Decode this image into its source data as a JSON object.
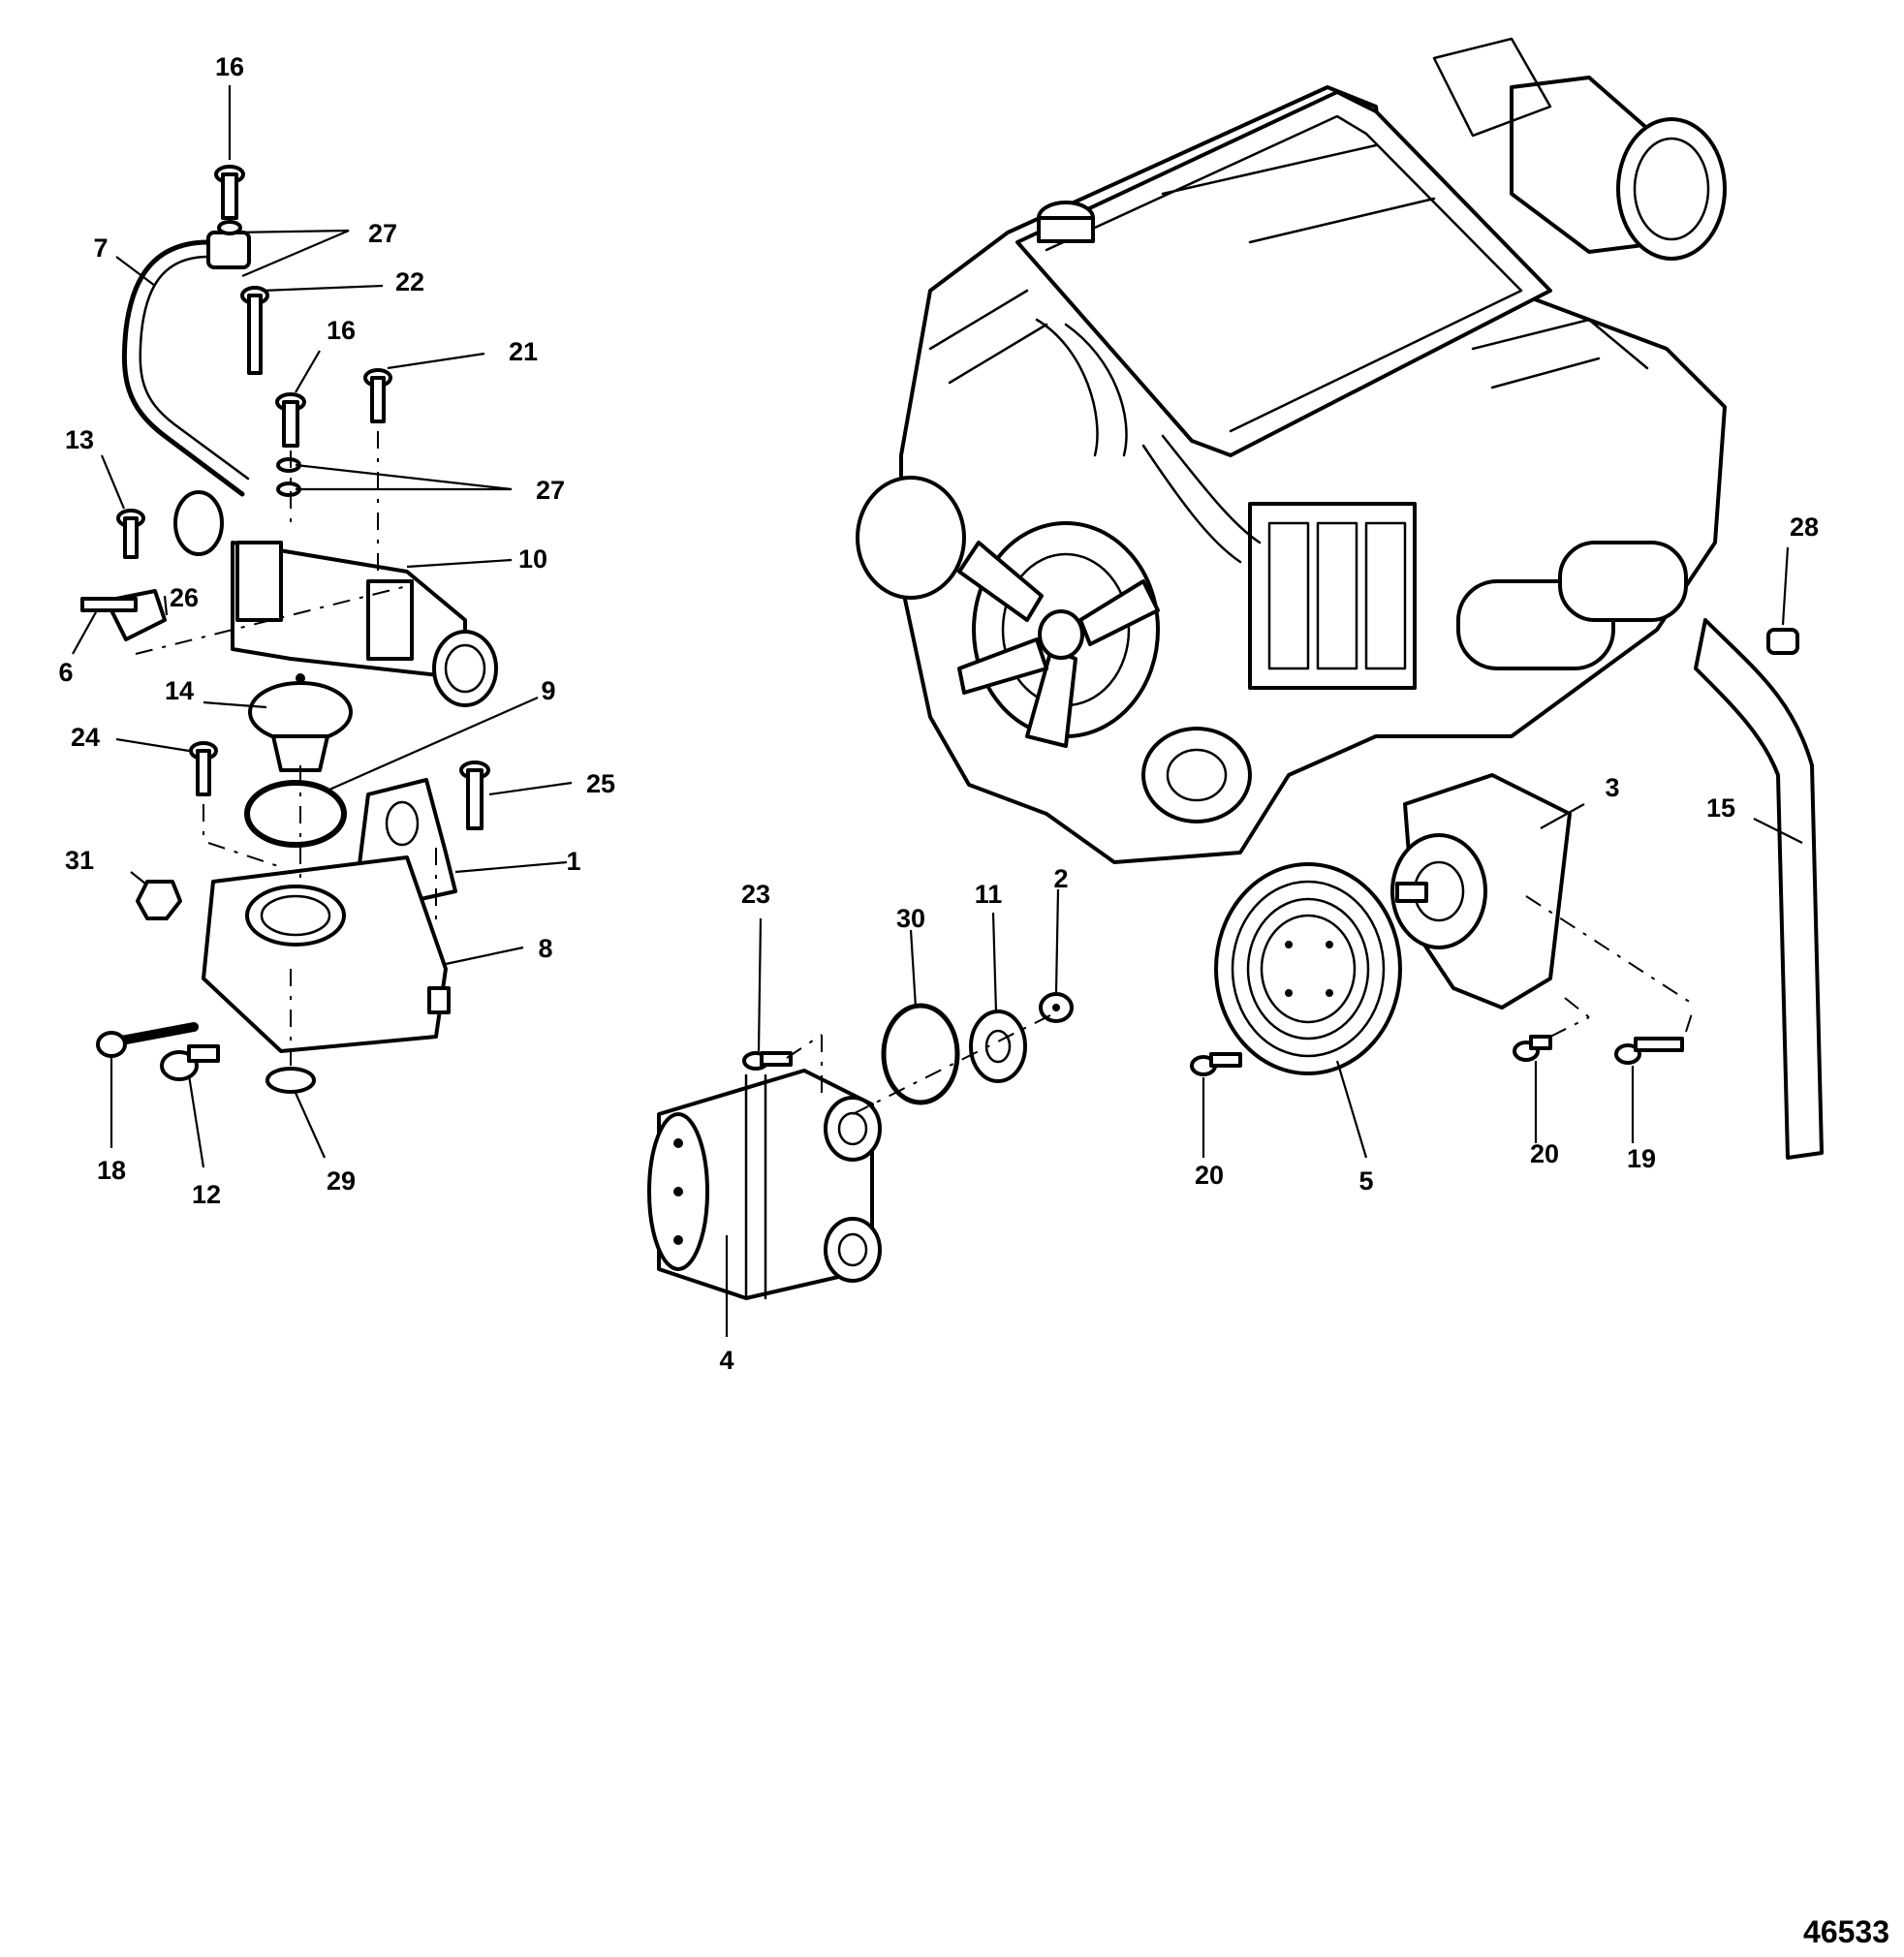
{
  "figure_id": "46533",
  "callouts": [
    {
      "id": "c16a",
      "label": "16"
    },
    {
      "id": "c27a",
      "label": "27"
    },
    {
      "id": "c7",
      "label": "7"
    },
    {
      "id": "c22",
      "label": "22"
    },
    {
      "id": "c16b",
      "label": "16"
    },
    {
      "id": "c21",
      "label": "21"
    },
    {
      "id": "c13",
      "label": "13"
    },
    {
      "id": "c27b",
      "label": "27"
    },
    {
      "id": "c10",
      "label": "10"
    },
    {
      "id": "c26",
      "label": "26"
    },
    {
      "id": "c6",
      "label": "6"
    },
    {
      "id": "c14",
      "label": "14"
    },
    {
      "id": "c9",
      "label": "9"
    },
    {
      "id": "c24",
      "label": "24"
    },
    {
      "id": "c25",
      "label": "25"
    },
    {
      "id": "c31",
      "label": "31"
    },
    {
      "id": "c1",
      "label": "1"
    },
    {
      "id": "c8",
      "label": "8"
    },
    {
      "id": "c18",
      "label": "18"
    },
    {
      "id": "c12",
      "label": "12"
    },
    {
      "id": "c29",
      "label": "29"
    },
    {
      "id": "c23",
      "label": "23"
    },
    {
      "id": "c30",
      "label": "30"
    },
    {
      "id": "c11",
      "label": "11"
    },
    {
      "id": "c2",
      "label": "2"
    },
    {
      "id": "c4",
      "label": "4"
    },
    {
      "id": "c3",
      "label": "3"
    },
    {
      "id": "c20a",
      "label": "20"
    },
    {
      "id": "c5",
      "label": "5"
    },
    {
      "id": "c20b",
      "label": "20"
    },
    {
      "id": "c19",
      "label": "19"
    },
    {
      "id": "c28",
      "label": "28"
    },
    {
      "id": "c15",
      "label": "15"
    }
  ]
}
